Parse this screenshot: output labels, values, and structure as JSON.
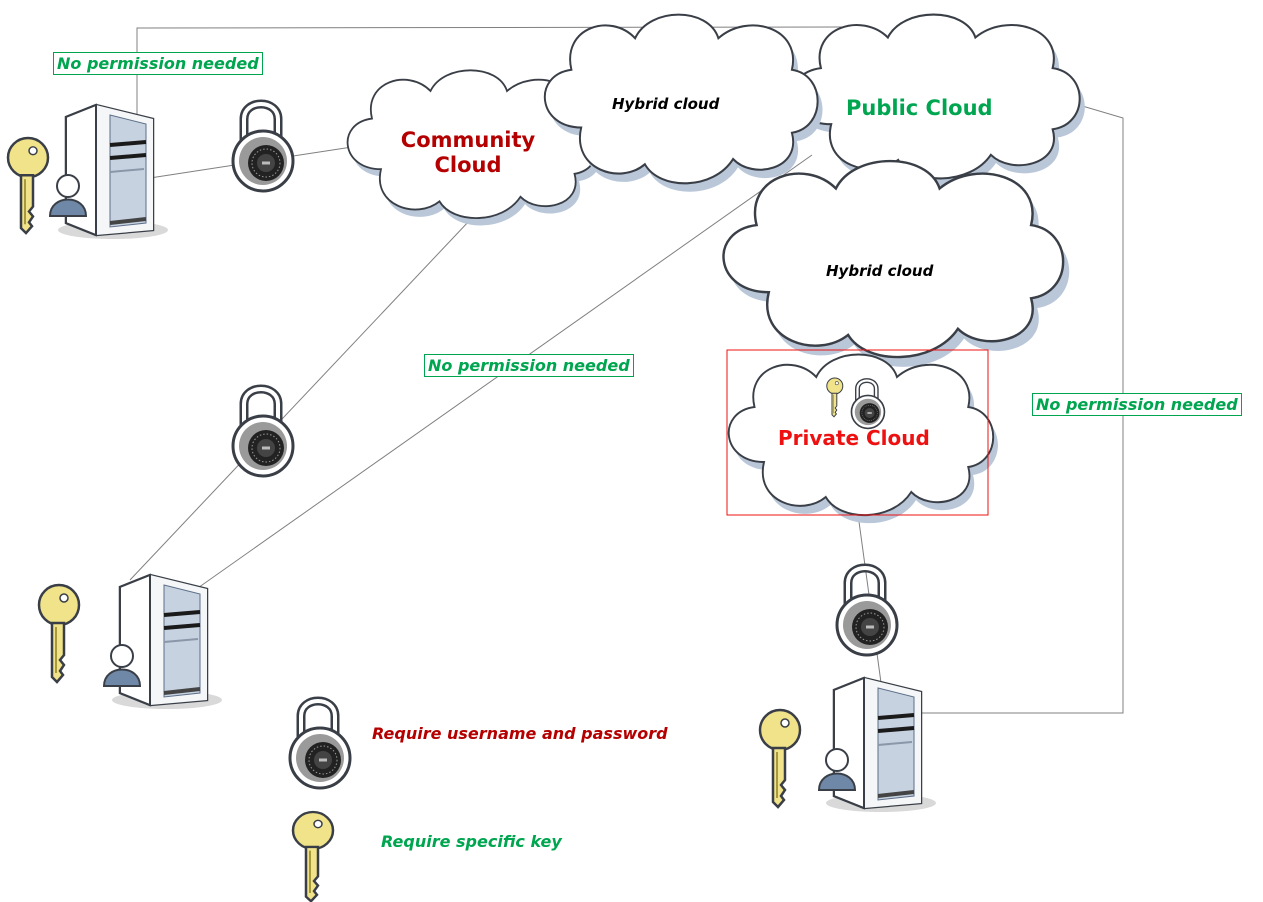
{
  "colors": {
    "green": "#00a550",
    "dark_red": "#b40000",
    "red": "#ee1111",
    "line": "#808080",
    "cloud_shadow": "#b9c7d9",
    "key_fill": "#f0e38a"
  },
  "labels": {
    "no_permission_1": "No permission needed",
    "no_permission_2": "No permission needed",
    "no_permission_3": "No permission needed",
    "community_cloud_line1": "Community",
    "community_cloud_line2": "Cloud",
    "hybrid_cloud_top": "Hybrid cloud",
    "public_cloud": "Public Cloud",
    "hybrid_cloud_mid": "Hybrid cloud",
    "private_cloud": "Private Cloud"
  },
  "legend": {
    "lock_text": "Require username and password",
    "key_text": "Require specific key"
  },
  "icons": [
    "server-icon",
    "user-icon",
    "key-icon",
    "padlock-icon",
    "cloud-icon"
  ]
}
